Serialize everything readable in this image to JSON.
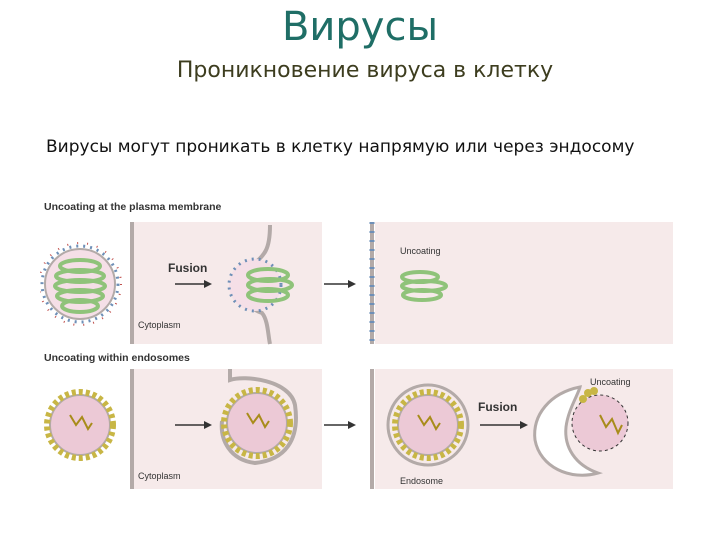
{
  "header": {
    "title": "Вирусы",
    "subtitle": "Проникновение вируса в клетку"
  },
  "intro_text": "Вирусы могут проникать в клетку напрямую или через эндосому",
  "figure": {
    "panel_plasma": {
      "heading": "Uncoating at the plasma membrane",
      "fusion_label": "Fusion",
      "cytoplasm_label": "Cytoplasm",
      "uncoating_label": "Uncoating"
    },
    "panel_endosome": {
      "heading": "Uncoating within endosomes",
      "cytoplasm_label": "Cytoplasm",
      "fusion_label": "Fusion",
      "endosome_label": "Endosome",
      "uncoating_label": "Uncoating"
    },
    "colors": {
      "panel_bg": "#f6eaea",
      "membrane": "#b3aaa8",
      "capsid": "#c8b645",
      "virus_interior": "#ecc9d6",
      "genome_green": "#8fc37a",
      "genome_yellow": "#a88c1a",
      "spikes": "#6e8fb7",
      "arrow": "#333333"
    }
  }
}
